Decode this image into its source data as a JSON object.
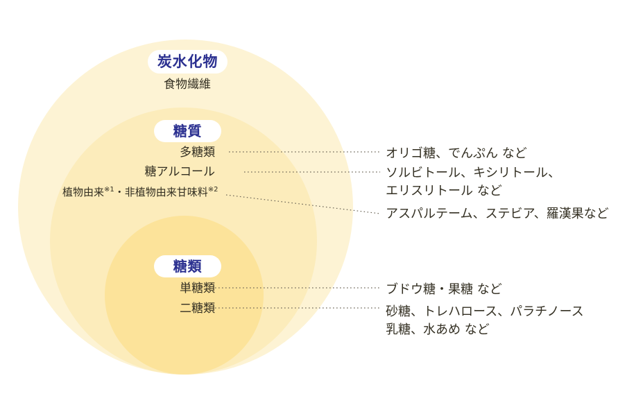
{
  "diagram": {
    "title_tier_1": "炭水化物",
    "title_tier_2": "糖質",
    "title_tier_3": "糖類",
    "colors": {
      "outer_circle": "#fdf3d4",
      "middle_circle": "#fcecbb",
      "inner_circle": "#fce39a",
      "pill_background": "#ffffff",
      "pill_text": "#2b3090",
      "body_text": "#332f22",
      "connector_line": "#6b6456",
      "page_background": "#ffffff"
    }
  },
  "tiers": [
    {
      "name": "carbohydrate",
      "pill_label": "炭水化物",
      "items": [
        {
          "label": "食物繊維",
          "has_connector": false,
          "examples": ""
        }
      ]
    },
    {
      "name": "sugar-quality",
      "pill_label": "糖質",
      "items": [
        {
          "label": "多糖類",
          "has_connector": true,
          "examples": "オリゴ糖、でんぷん など"
        },
        {
          "label": "糖アルコール",
          "has_connector": true,
          "examples": "ソルビトール、キシリトール、\nエリスリトール など"
        },
        {
          "label": "植物由来",
          "label_sup_1": "※1",
          "label_mid": "・非植物由来甘味料",
          "label_sup_2": "※2",
          "has_connector": true,
          "examples": "アスパルテーム、ステビア、羅漢果など"
        }
      ]
    },
    {
      "name": "sugars",
      "pill_label": "糖類",
      "items": [
        {
          "label": "単糖類",
          "has_connector": true,
          "examples": "ブドウ糖・果糖 など"
        },
        {
          "label": "二糖類",
          "has_connector": true,
          "examples": "砂糖、トレハロース、パラチノース\n乳糖、水あめ など"
        }
      ]
    }
  ],
  "labels": {
    "dietary_fiber": "食物繊維",
    "polysaccharide": "多糖類",
    "sugar_alcohol": "糖アルコール",
    "plant_derived_prefix": "植物由来",
    "plant_derived_sup1": "※1",
    "plant_derived_mid": "・非植物由来甘味料",
    "plant_derived_sup2": "※2",
    "monosaccharide": "単糖類",
    "disaccharide": "二糖類"
  },
  "descriptions": {
    "oligo": "オリゴ糖、でんぷん など",
    "sorbitol": "ソルビトール、キシリトール、\nエリスリトール など",
    "aspartame": "アスパルテーム、ステビア、羅漢果など",
    "glucose": "ブドウ糖・果糖 など",
    "sucrose": "砂糖、トレハロース、パラチノース\n乳糖、水あめ など"
  }
}
